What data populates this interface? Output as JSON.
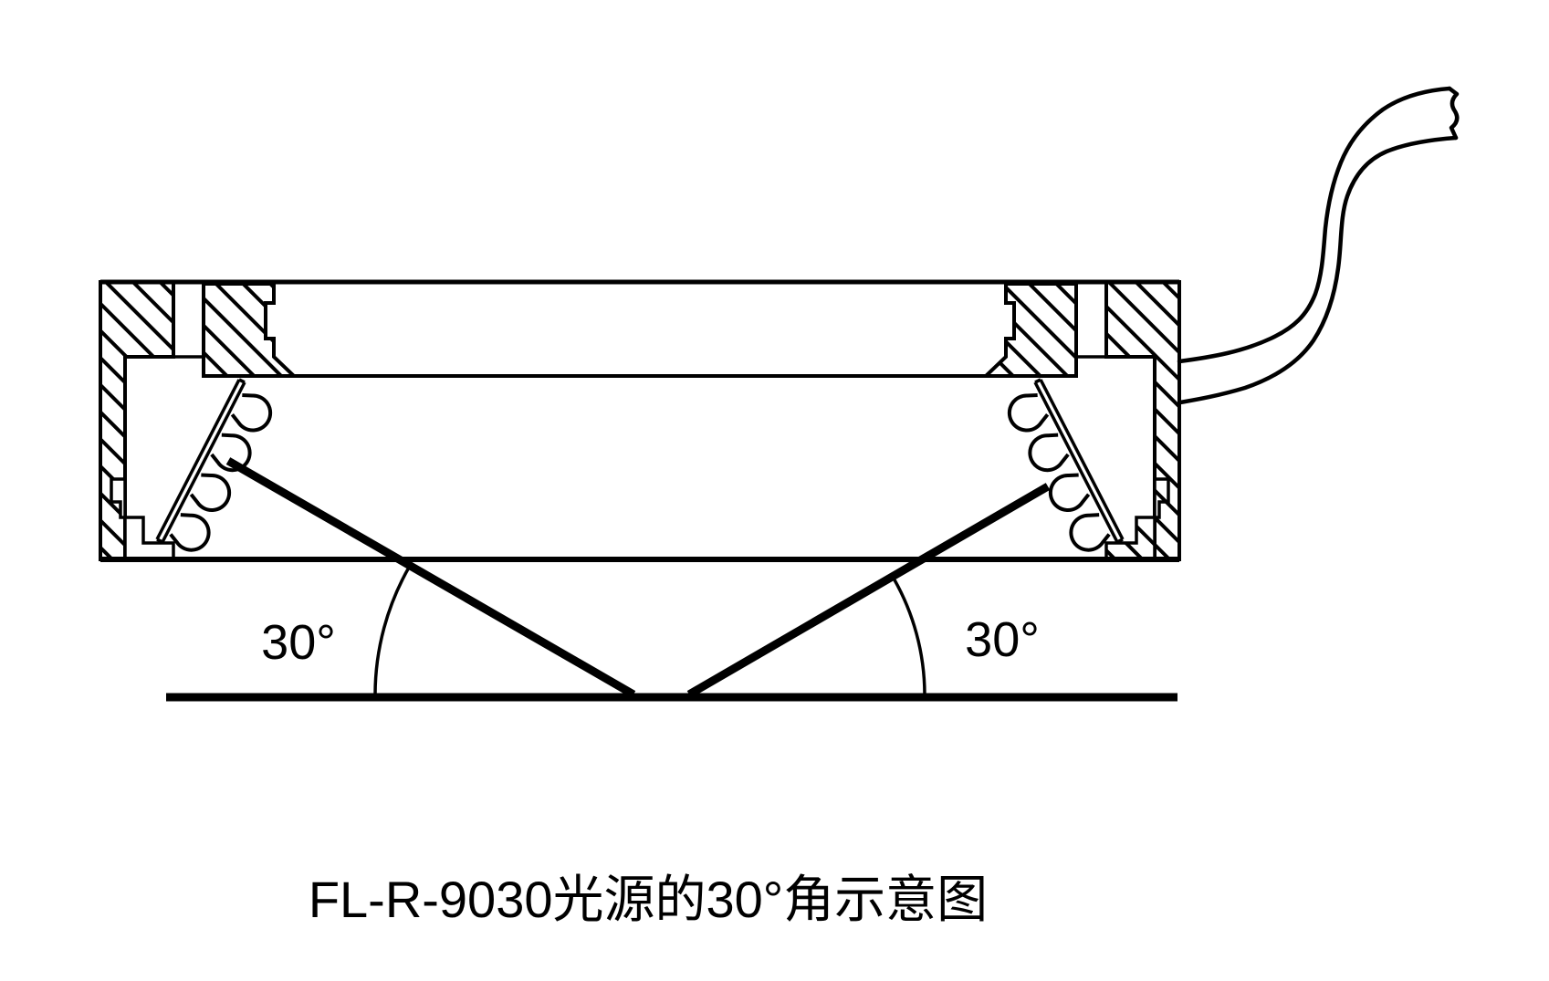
{
  "caption": "FL-R-9030光源的30°角示意图",
  "angle_labels": {
    "left": "30°",
    "right": "30°"
  },
  "colors": {
    "ink": "#000000",
    "background": "#ffffff"
  }
}
